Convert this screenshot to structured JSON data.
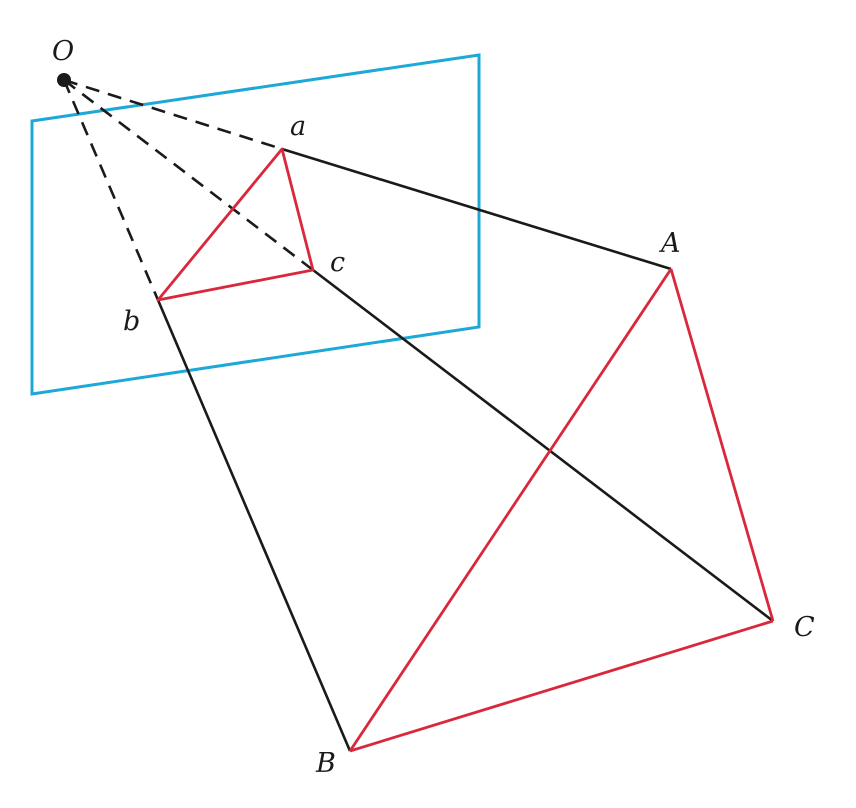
{
  "colors": {
    "plane": "#1ea8d8",
    "triangle": "#d9283c",
    "ray": "#1a1a1a",
    "background": "#ffffff"
  },
  "labels": {
    "O": "O",
    "a": "a",
    "b": "b",
    "c": "c",
    "A": "A",
    "B": "B",
    "C": "C"
  }
}
